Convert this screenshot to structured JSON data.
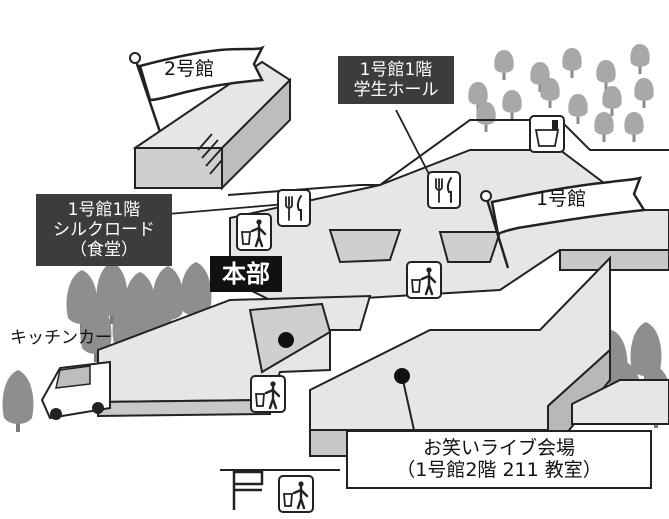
{
  "labels": {
    "bldg2_flag": "2号館",
    "bldg1_flag": "1号館",
    "student_hall": [
      "1号館1階",
      "学生ホール"
    ],
    "silk_road": [
      "1号館1階",
      "シルクロード",
      "（食堂）"
    ],
    "honbu": "本部",
    "kitchen_car": "キッチンカー",
    "venue": [
      "お笑いライブ会場",
      "（1号館2階 211 教室）"
    ]
  },
  "icons": [
    "restaurant-icon",
    "trash-bin-icon",
    "diaper-changing-icon",
    "flag-marker-icon",
    "location-dot-icon"
  ],
  "colors": {
    "building_top": "#e6e6e6",
    "building_side": "#c8c8c8",
    "label_dark": "#3c3c3c",
    "trees": "#9a9a9a"
  }
}
